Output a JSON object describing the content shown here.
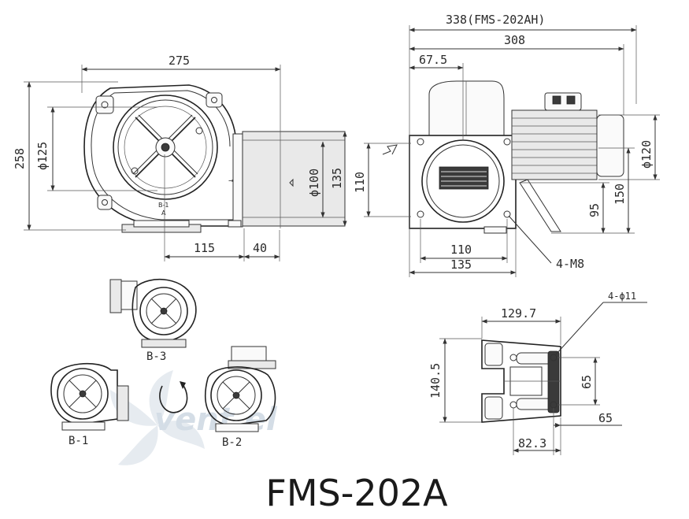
{
  "model": "FMS-202A",
  "watermark": "vent el",
  "front_view": {
    "width": "275",
    "height": "258",
    "inlet_dia": "ϕ125",
    "outlet_dia": "ϕ100",
    "outlet_height": "135",
    "offset": "115",
    "outlet_depth": "40",
    "mark_top": "B-1",
    "mark_bottom": "A"
  },
  "side_view": {
    "total_length_ah": "338(FMS-202AH)",
    "total_length": "308",
    "flange_offset": "67.5",
    "motor_dia": "ϕ120",
    "flange_height": "110",
    "shaft_height": "95",
    "total_height": "150",
    "bolt_spacing": "110",
    "flange_width": "135",
    "bolts": "4-M8"
  },
  "base_view": {
    "holes": "4-ϕ11",
    "width": "129.7",
    "depth": "140.5",
    "hole_spacing_v": "65",
    "hole_spacing_h": "65",
    "offset": "82.3"
  },
  "orientations": [
    "B-3",
    "B-1",
    "B-2"
  ]
}
